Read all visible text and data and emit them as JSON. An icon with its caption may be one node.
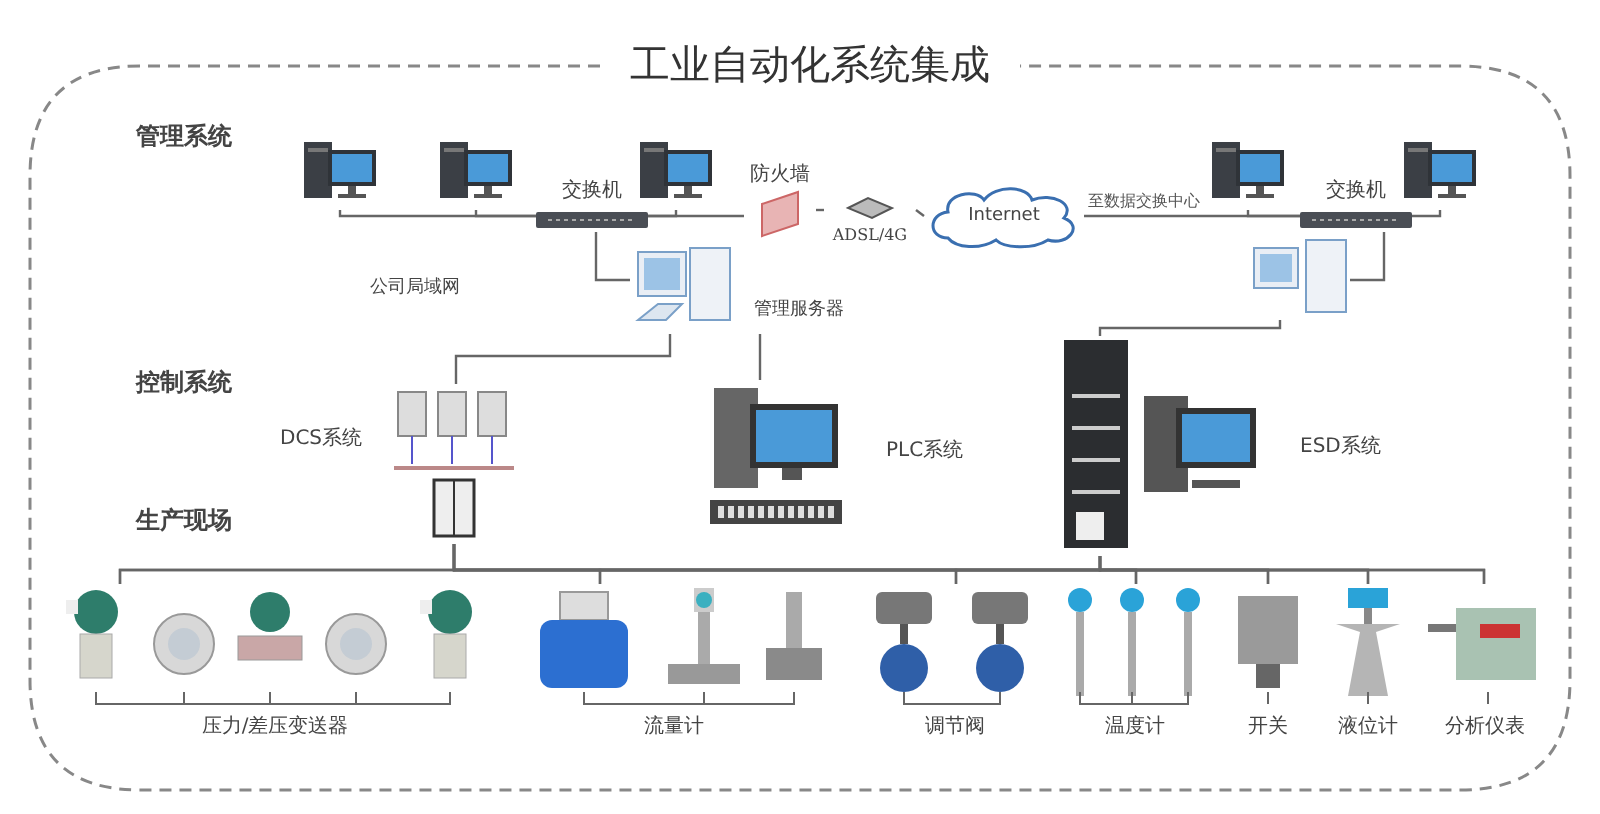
{
  "diagram": {
    "title": "工业自动化系统集成",
    "nodes": [
      {
        "text": [],
        "shape": "picture"
      },
      {
        "text": [],
        "shape": "picture"
      },
      {
        "text": [
          "交换机"
        ]
      },
      {
        "text": [],
        "shape": "picture"
      },
      {
        "text": [
          "防火墙"
        ]
      },
      {
        "text": [
          "ADSL/4G"
        ]
      },
      {
        "text": [
          "Internet"
        ]
      },
      {
        "text": [],
        "shape": "picture"
      },
      {
        "text": [
          "交换机"
        ]
      },
      {
        "text": [],
        "shape": "picture"
      },
      {
        "text": [
          "管理服务器"
        ]
      },
      {
        "text": [],
        "shape": "picture"
      },
      {
        "text": [
          "DCS系统"
        ]
      },
      {
        "text": [
          "PLC系统"
        ]
      },
      {
        "text": [
          "ESD系统"
        ]
      },
      {
        "text": [
          "压力/差压变送器"
        ]
      },
      {
        "text": [
          "流量计"
        ]
      },
      {
        "text": [
          "调节阀"
        ]
      },
      {
        "text": [
          "温度计"
        ]
      },
      {
        "text": [
          "开关"
        ]
      },
      {
        "text": [
          "液位计"
        ]
      },
      {
        "text": [
          "分析仪表"
        ]
      }
    ],
    "edges": [
      {
        "from": 0,
        "to": 2,
        "arrow": "none"
      },
      {
        "from": 1,
        "to": 2,
        "arrow": "none"
      },
      {
        "from": 3,
        "to": 2,
        "arrow": "none"
      },
      {
        "from": 2,
        "to": 4,
        "arrow": "none"
      },
      {
        "from": 4,
        "to": 5,
        "arrow": "none"
      },
      {
        "from": 5,
        "to": 6,
        "arrow": "none"
      },
      {
        "from": 6,
        "to": 8,
        "arrow": "none",
        "label": "至数据交换中心"
      },
      {
        "from": 7,
        "to": 8,
        "arrow": "none"
      },
      {
        "from": 9,
        "to": 8,
        "arrow": "none"
      },
      {
        "from": 2,
        "to": 10,
        "arrow": "none"
      },
      {
        "from": 8,
        "to": 11,
        "arrow": "none"
      },
      {
        "from": 10,
        "to": 12,
        "arrow": "none"
      },
      {
        "from": 10,
        "to": 13,
        "arrow": "none"
      },
      {
        "from": 11,
        "to": 14,
        "arrow": "none"
      },
      {
        "from": 12,
        "to": 15,
        "arrow": "none"
      },
      {
        "from": 12,
        "to": 16,
        "arrow": "none"
      },
      {
        "from": 12,
        "to": 17,
        "arrow": "none"
      },
      {
        "from": 12,
        "to": 18,
        "arrow": "none"
      },
      {
        "from": 12,
        "to": 19,
        "arrow": "none"
      },
      {
        "from": 12,
        "to": 20,
        "arrow": "none"
      },
      {
        "from": 12,
        "to": 21,
        "arrow": "none"
      },
      {
        "from": 14,
        "to": 15,
        "arrow": "none"
      },
      {
        "from": 14,
        "to": 16,
        "arrow": "none"
      },
      {
        "from": 14,
        "to": 17,
        "arrow": "none"
      },
      {
        "from": 14,
        "to": 18,
        "arrow": "none"
      },
      {
        "from": 14,
        "to": 19,
        "arrow": "none"
      },
      {
        "from": 14,
        "to": 20,
        "arrow": "none"
      },
      {
        "from": 14,
        "to": 21,
        "arrow": "none"
      }
    ],
    "labels": [
      "管理系统",
      "公司局域网",
      "控制系统",
      "生产现场"
    ]
  }
}
